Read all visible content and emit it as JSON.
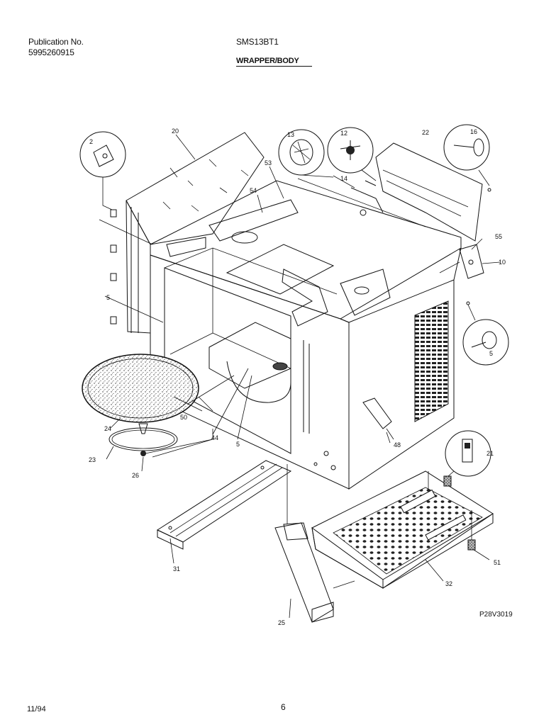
{
  "header": {
    "publication_label": "Publication No.",
    "publication_number": "5995260915",
    "model": "SMS13BT1",
    "section": "WRAPPER/BODY"
  },
  "footer": {
    "date": "11/94",
    "page": "6",
    "drawing_code": "P28V3019"
  },
  "labels": {
    "l2": "2",
    "l20": "20",
    "l13": "13",
    "l12": "12",
    "l22": "22",
    "l16": "16",
    "l53": "53",
    "l14": "14",
    "l54": "54",
    "l55": "55",
    "l10": "10",
    "l5a": "5",
    "l5b": "5",
    "l5c": "5",
    "l24": "24",
    "l50": "50",
    "l44": "44",
    "l48": "48",
    "l21": "21",
    "l23": "23",
    "l26": "26",
    "l31": "31",
    "l51": "51",
    "l32": "32",
    "l25": "25"
  }
}
